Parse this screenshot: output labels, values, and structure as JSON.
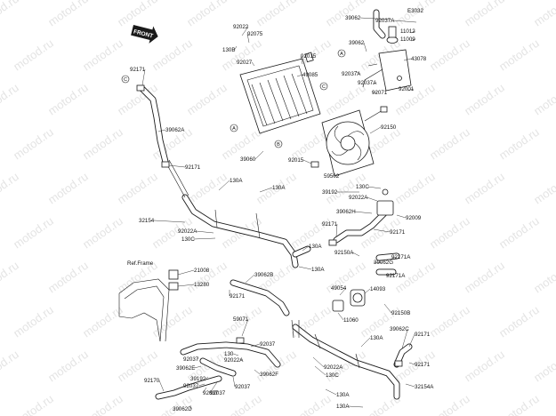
{
  "watermark": "motod.ru",
  "header": {
    "front": "FRONT",
    "code": "E3032"
  },
  "callouts": [
    "A",
    "B",
    "C"
  ],
  "ref_text": "Ref.Frame",
  "labels": [
    "39062",
    "92037A",
    "11012",
    "11009",
    "43078",
    "92001",
    "92071",
    "92037A",
    "92037A",
    "39062",
    "92022",
    "92075",
    "130B",
    "92027",
    "92015",
    "49085",
    "92150",
    "39060",
    "92015",
    "59502",
    "92171",
    "39062A",
    "92171",
    "130A",
    "130A",
    "32154",
    "92022A",
    "130C",
    "130A",
    "130A",
    "39192",
    "92022A",
    "130C",
    "39062H",
    "92009",
    "92171",
    "92171",
    "92150A",
    "39062G",
    "92171A",
    "92171A",
    "49054",
    "14093",
    "11060",
    "92150B",
    "21008",
    "13280",
    "92171",
    "39062B",
    "59071",
    "92037",
    "130",
    "92022A",
    "92037",
    "39062E",
    "92037",
    "92037",
    "39062F",
    "39192",
    "92037",
    "92037",
    "92170",
    "39062D",
    "130A",
    "92022A",
    "130C",
    "130A",
    "32154A",
    "39062C",
    "92171",
    "92171",
    "130A"
  ]
}
